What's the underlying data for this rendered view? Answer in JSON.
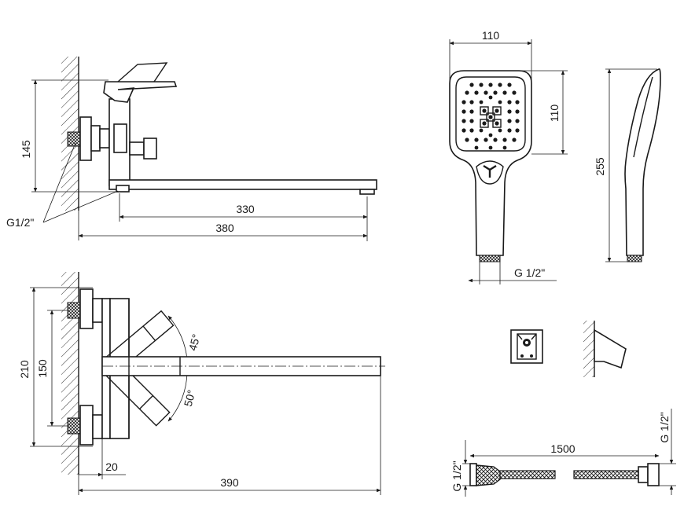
{
  "dimensions": {
    "side_height": "145",
    "thread_label": "G1/2\"",
    "spout_reach": "330",
    "overall_length_side": "380",
    "mount_height": "210",
    "mount_spacing": "150",
    "angle_upper": "45°",
    "angle_lower": "50°",
    "wall_offset": "20",
    "overall_length_top": "390",
    "handshower_width": "110",
    "handshower_head_height": "110",
    "handshower_length": "255",
    "handshower_thread": "G 1/2\"",
    "hose_length": "1500",
    "hose_thread_left": "G 1/2\"",
    "hose_thread_right": "G 1/2\""
  },
  "colors": {
    "line": "#1a1a1a",
    "background": "#ffffff"
  }
}
